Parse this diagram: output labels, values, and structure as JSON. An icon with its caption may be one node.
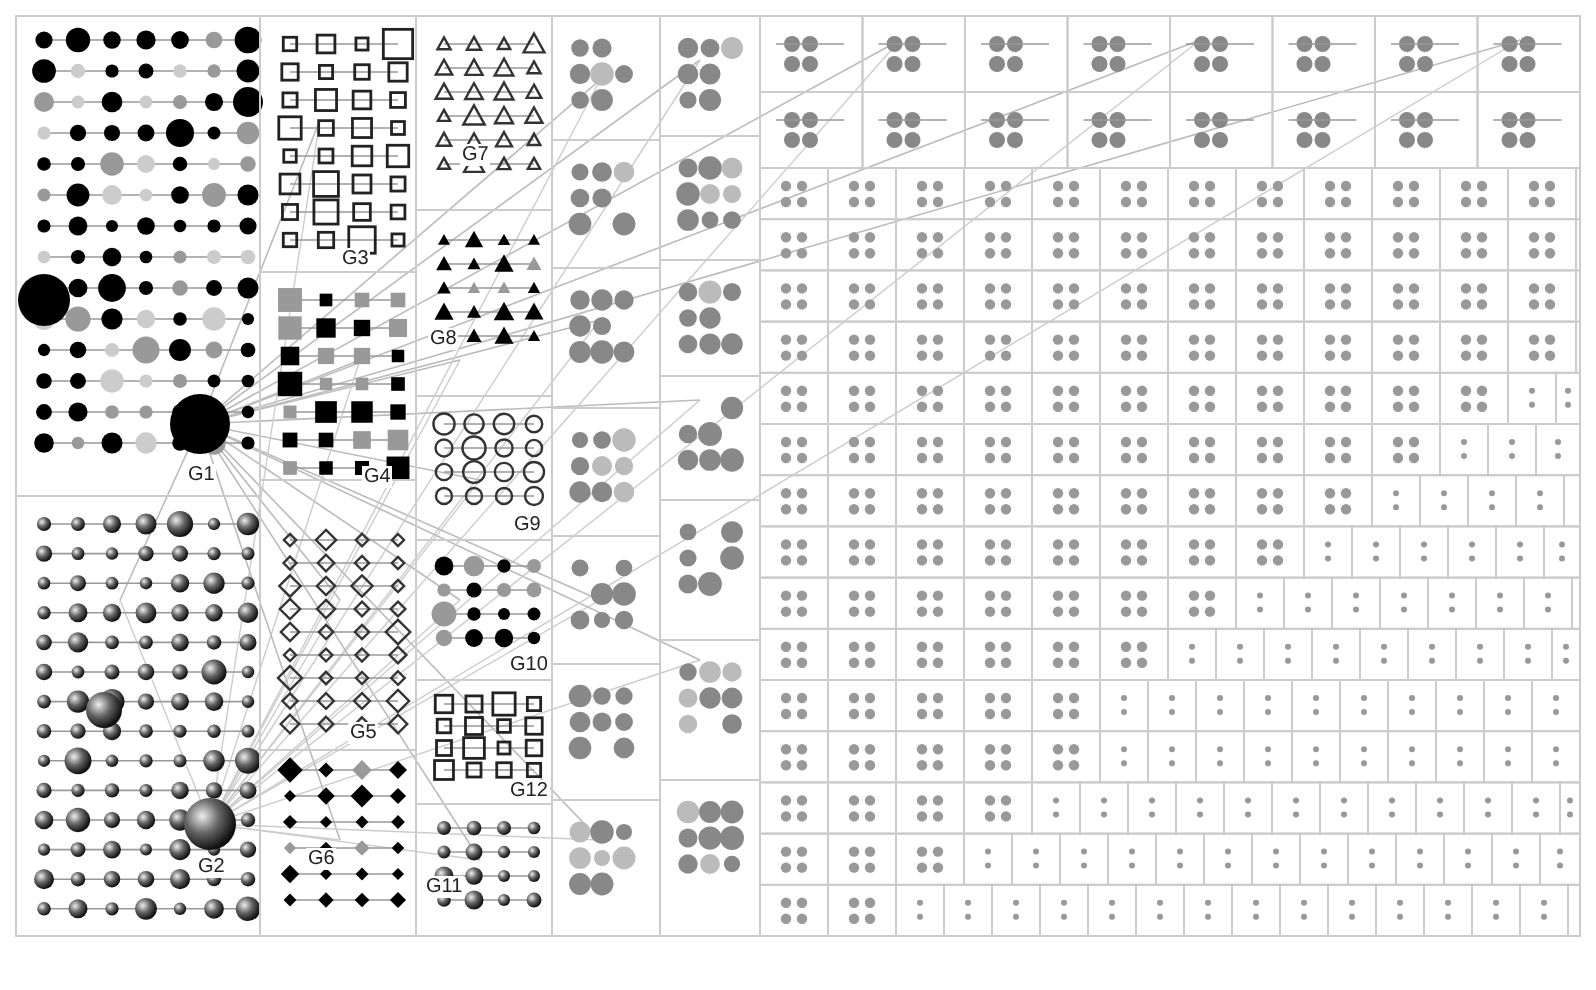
{
  "diagram": {
    "labels": [
      "G7",
      "G3",
      "G8",
      "G1",
      "G4",
      "G9",
      "G10",
      "G5",
      "G12",
      "G2",
      "G6",
      "G11"
    ]
  }
}
